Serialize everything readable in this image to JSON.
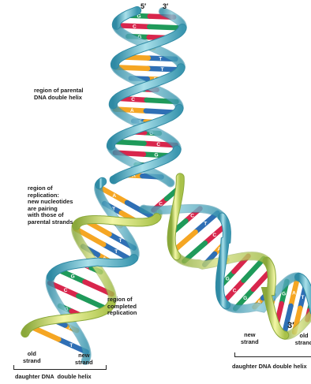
{
  "labels": {
    "five_prime": "5′",
    "three_prime_top": "3′",
    "parental": "region of parental\nDNA double helix",
    "replication": "region of\nreplication:\nnew nucleotides\nare pairing\nwith those of\nparental strands",
    "completed": "region of\ncompleted\nreplication",
    "left_old": "old\nstrand",
    "left_new": "new\nstrand",
    "left_daughter": "daughter DNA  double helix",
    "right_new": "new\nstrand",
    "right_old": "old\nstrand",
    "right_three_prime": "3′",
    "right_daughter": "daughter DNA double helix"
  },
  "bases": {
    "main": [
      "G",
      "C",
      "G",
      "A",
      "T",
      "T",
      "A",
      "G",
      "C",
      "A",
      "T",
      "G",
      "C",
      "G",
      "C",
      "A"
    ],
    "left": [
      "A",
      "T",
      "A",
      "T",
      "T",
      "A",
      "C",
      "G",
      "C",
      "G",
      "A",
      "T"
    ],
    "right": [
      "C",
      "G",
      "C",
      "T",
      "C",
      "A",
      "T",
      "G",
      "C",
      "G",
      "A",
      "T",
      "G",
      "A",
      "T",
      "G"
    ]
  },
  "colors": {
    "A": "#f5a623",
    "T": "#2f6fb5",
    "G": "#1f9a5a",
    "C": "#d8264c",
    "backbone_parental": "#6fc4d6",
    "backbone_parental_dark": "#2f8aa4",
    "backbone_new": "#dfe66a",
    "backbone_new_dark": "#8aa83a"
  }
}
